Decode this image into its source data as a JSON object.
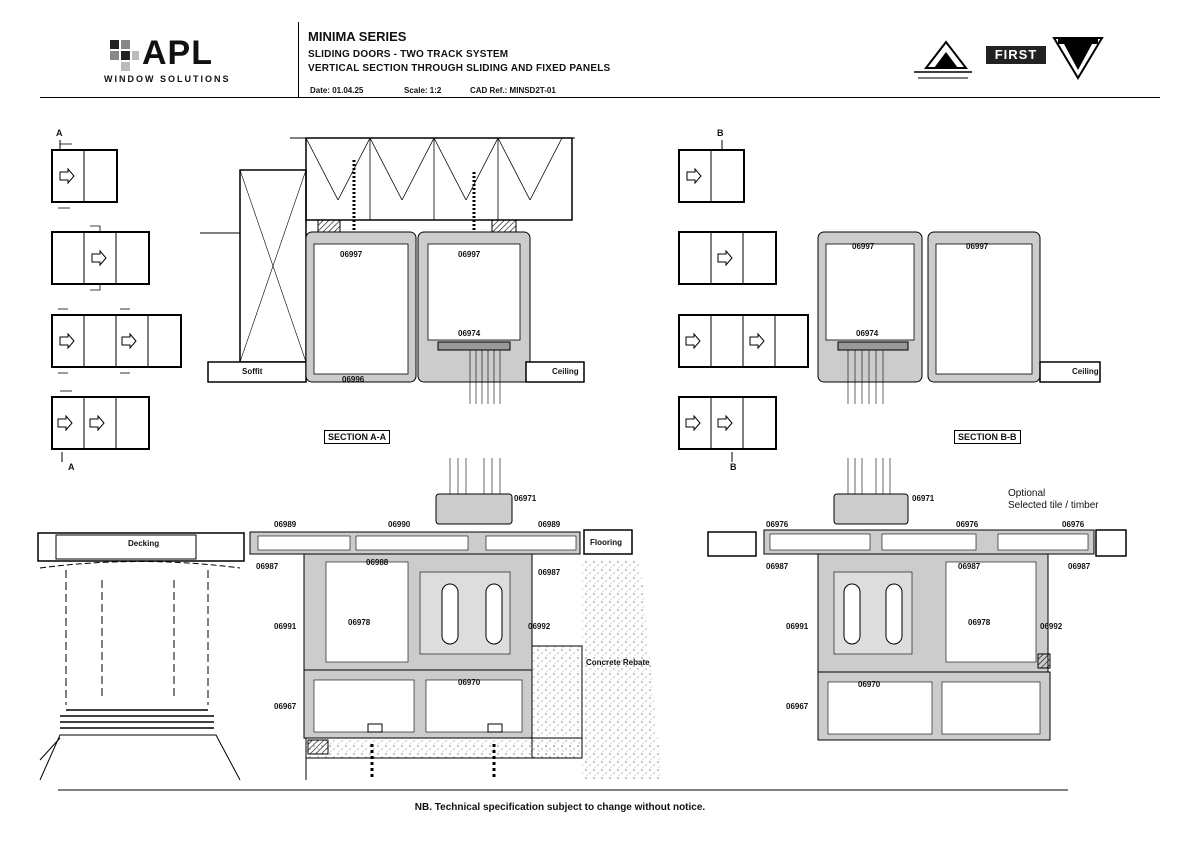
{
  "header": {
    "logo_main": "APL",
    "logo_sub": "WINDOW SOLUTIONS",
    "series_title": "MINIMA SERIES",
    "subtitle_1": "SLIDING DOORS - TWO TRACK SYSTEM",
    "subtitle_2": "VERTICAL SECTION THROUGH SLIDING AND FIXED PANELS",
    "date": "Date: 01.04.25",
    "scale": "Scale: 1:2",
    "cad_ref": "CAD Ref.: MINSD2T-01",
    "brand_2": "FIRST"
  },
  "markers": {
    "a_top": "A",
    "a_bottom": "A",
    "b_top": "B",
    "b_bottom": "B"
  },
  "section_a": {
    "title": "SECTION A-A",
    "soffit": "Soffit",
    "ceiling": "Ceiling",
    "codes": {
      "head_left": "06997",
      "head_right": "06997",
      "interlock": "06974",
      "bottom_left": "06996"
    }
  },
  "section_b": {
    "title": "SECTION B-B",
    "ceiling": "Ceiling",
    "codes": {
      "head_left": "06997",
      "head_right": "06997",
      "interlock": "06974"
    }
  },
  "sill_a": {
    "decking": "Decking",
    "flooring": "Flooring",
    "concrete": "Concrete Rebate",
    "codes": {
      "top": "06971",
      "cap_left": "06989",
      "cap_mid": "06990",
      "cap_right": "06989",
      "side_left": "06987",
      "mid": "06988",
      "side_right": "06987",
      "left": "06991",
      "clip": "06978",
      "right": "06992",
      "track": "06970",
      "base_left": "06967"
    }
  },
  "sill_b": {
    "note_1": "Optional",
    "note_2": "Selected tile / timber",
    "codes": {
      "top": "06971",
      "cap_left": "06976",
      "cap_mid": "06976",
      "cap_right": "06976",
      "side_left": "06987",
      "mid": "06987",
      "side_right": "06987",
      "left": "06991",
      "clip": "06978",
      "right": "06992",
      "track": "06970",
      "base_left": "06967"
    }
  },
  "footer": {
    "note": "NB. Technical specification subject to change without notice."
  }
}
